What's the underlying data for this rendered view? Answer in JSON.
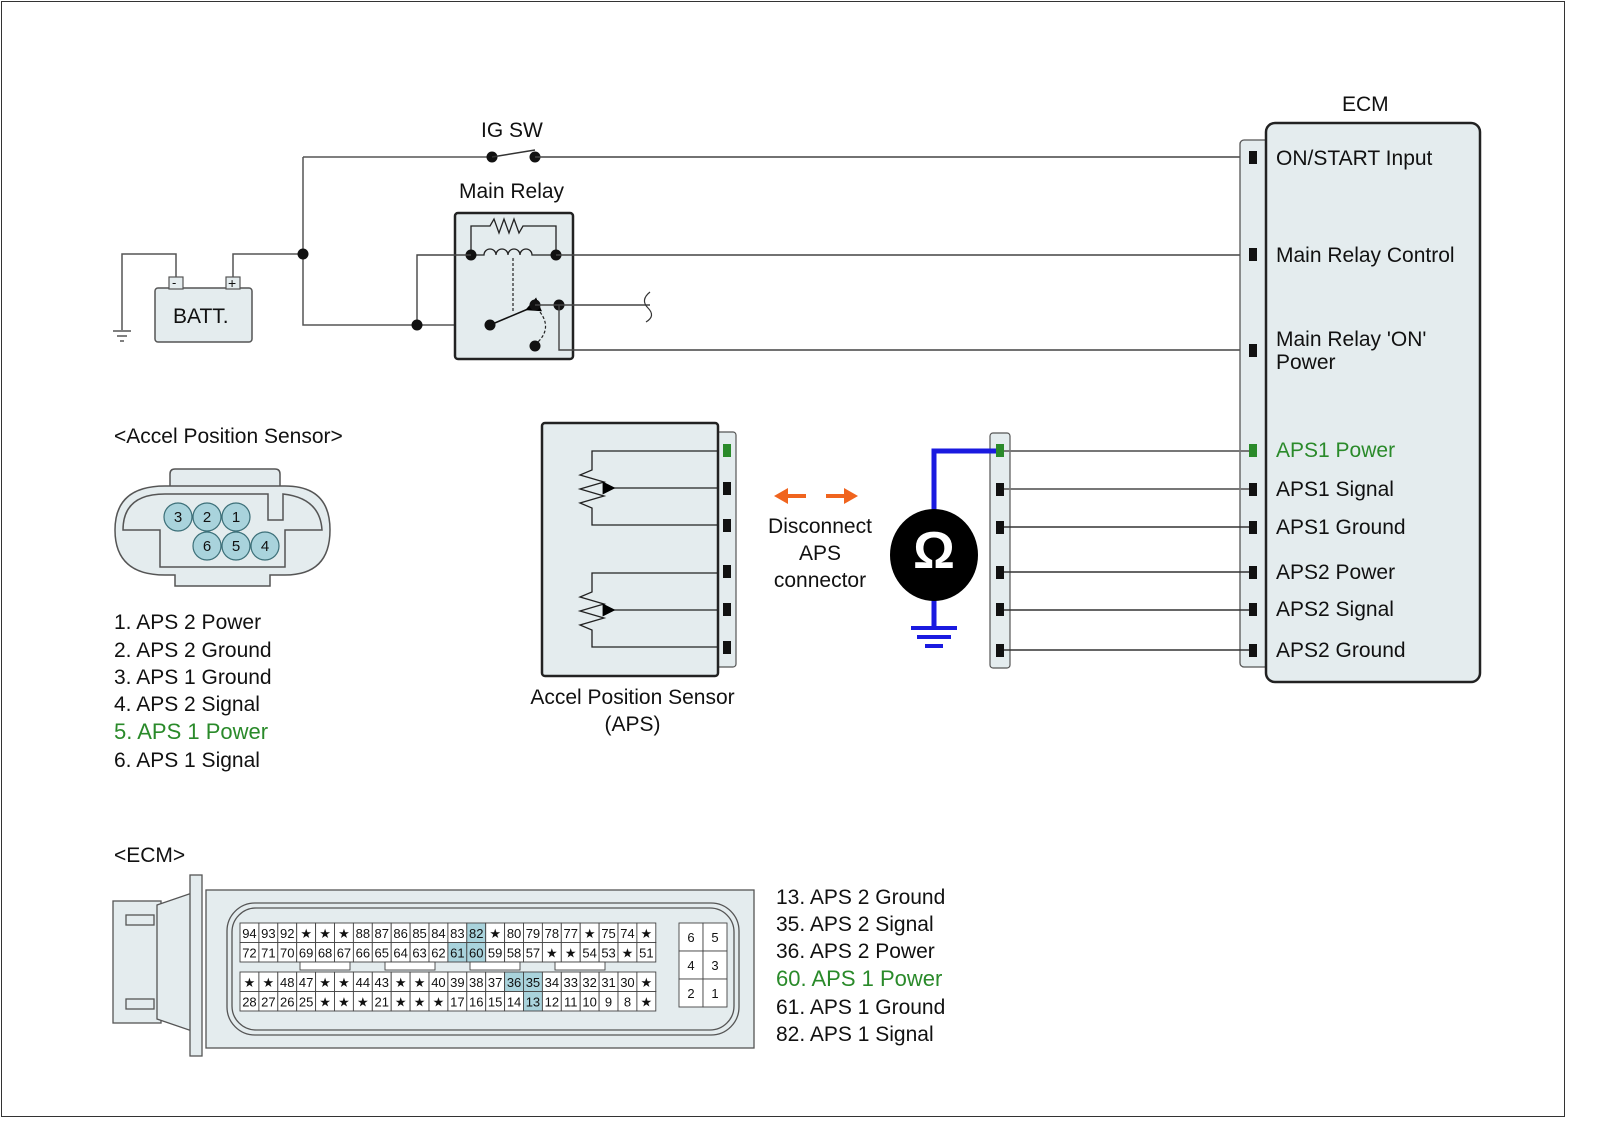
{
  "diagram": {
    "top": {
      "ig_sw_label": "IG SW",
      "main_relay_label": "Main Relay",
      "battery_label": "BATT.",
      "battery_minus": "-",
      "battery_plus": "+"
    },
    "ecm": {
      "title": "ECM",
      "pins": [
        {
          "label": "ON/START Input",
          "highlight": false
        },
        {
          "label": "Main Relay Control",
          "highlight": false
        },
        {
          "label": "Main Relay 'ON'",
          "label2": "Power",
          "highlight": false
        },
        {
          "label": "APS1 Power",
          "highlight": true
        },
        {
          "label": "APS1 Signal",
          "highlight": false
        },
        {
          "label": "APS1 Ground",
          "highlight": false
        },
        {
          "label": "APS2 Power",
          "highlight": false
        },
        {
          "label": "APS2 Signal",
          "highlight": false
        },
        {
          "label": "APS2 Ground",
          "highlight": false
        }
      ]
    },
    "aps": {
      "caption_line1": "Accel Position Sensor",
      "caption_line2": "(APS)",
      "disconnect_line1": "Disconnect",
      "disconnect_line2": "APS",
      "disconnect_line3": "connector",
      "meter_symbol": "Ω"
    },
    "aps_connector": {
      "title": "<Accel Position Sensor>",
      "pins_top": [
        "3",
        "2",
        "1"
      ],
      "pins_bottom": [
        "6",
        "5",
        "4"
      ],
      "legend": [
        {
          "text": "1. APS 2 Power",
          "highlight": false
        },
        {
          "text": "2. APS 2 Ground",
          "highlight": false
        },
        {
          "text": "3. APS 1 Ground",
          "highlight": false
        },
        {
          "text": "4. APS 2 Signal",
          "highlight": false
        },
        {
          "text": "5. APS 1 Power",
          "highlight": true
        },
        {
          "text": "6. APS 1 Signal",
          "highlight": false
        }
      ]
    },
    "ecm_connector": {
      "title": "<ECM>",
      "rows": [
        [
          "94",
          "93",
          "92",
          "★",
          "★",
          "★",
          "88",
          "87",
          "86",
          "85",
          "84",
          "83",
          "82",
          "★",
          "80",
          "79",
          "78",
          "77",
          "★",
          "75",
          "74",
          "★"
        ],
        [
          "72",
          "71",
          "70",
          "69",
          "68",
          "67",
          "66",
          "65",
          "64",
          "63",
          "62",
          "61",
          "60",
          "59",
          "58",
          "57",
          "★",
          "★",
          "54",
          "53",
          "★",
          "51"
        ],
        [
          "★",
          "★",
          "48",
          "47",
          "★",
          "★",
          "44",
          "43",
          "★",
          "★",
          "40",
          "39",
          "38",
          "37",
          "36",
          "35",
          "34",
          "33",
          "32",
          "31",
          "30",
          "★"
        ],
        [
          "28",
          "27",
          "26",
          "25",
          "★",
          "★",
          "★",
          "21",
          "★",
          "★",
          "★",
          "17",
          "16",
          "15",
          "14",
          "13",
          "12",
          "11",
          "10",
          "9",
          "8",
          "★"
        ]
      ],
      "highlighted": [
        "82",
        "61",
        "60",
        "36",
        "35",
        "13"
      ],
      "small_block": [
        [
          "6",
          "5"
        ],
        [
          "4",
          "3"
        ],
        [
          "2",
          "1"
        ]
      ],
      "legend": [
        {
          "text": "13. APS 2 Ground",
          "highlight": false
        },
        {
          "text": "35. APS 2 Signal",
          "highlight": false
        },
        {
          "text": "36. APS 2 Power",
          "highlight": false
        },
        {
          "text": "60. APS 1 Power",
          "highlight": true
        },
        {
          "text": "61. APS 1 Ground",
          "highlight": false
        },
        {
          "text": "82. APS 1 Signal",
          "highlight": false
        }
      ]
    },
    "colors": {
      "highlight_green": "#2a8a2a",
      "meter_lead_blue": "#1a1ae0",
      "arrow_orange": "#f0641e",
      "box_fill": "#e4ecee",
      "pin_fill": "#a9d3dc"
    }
  }
}
